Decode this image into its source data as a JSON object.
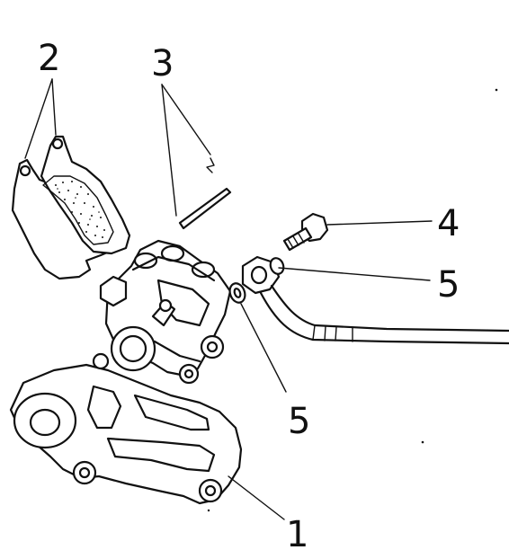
{
  "diagram": {
    "style": "black line-art exploded view",
    "colors": {
      "ink": "#111111",
      "background": "#ffffff"
    },
    "callouts": [
      {
        "id": "1",
        "label": "1"
      },
      {
        "id": "2",
        "label": "2"
      },
      {
        "id": "3",
        "label": "3"
      },
      {
        "id": "4",
        "label": "4"
      },
      {
        "id": "5a",
        "label": "5"
      },
      {
        "id": "5b",
        "label": "5"
      }
    ]
  }
}
